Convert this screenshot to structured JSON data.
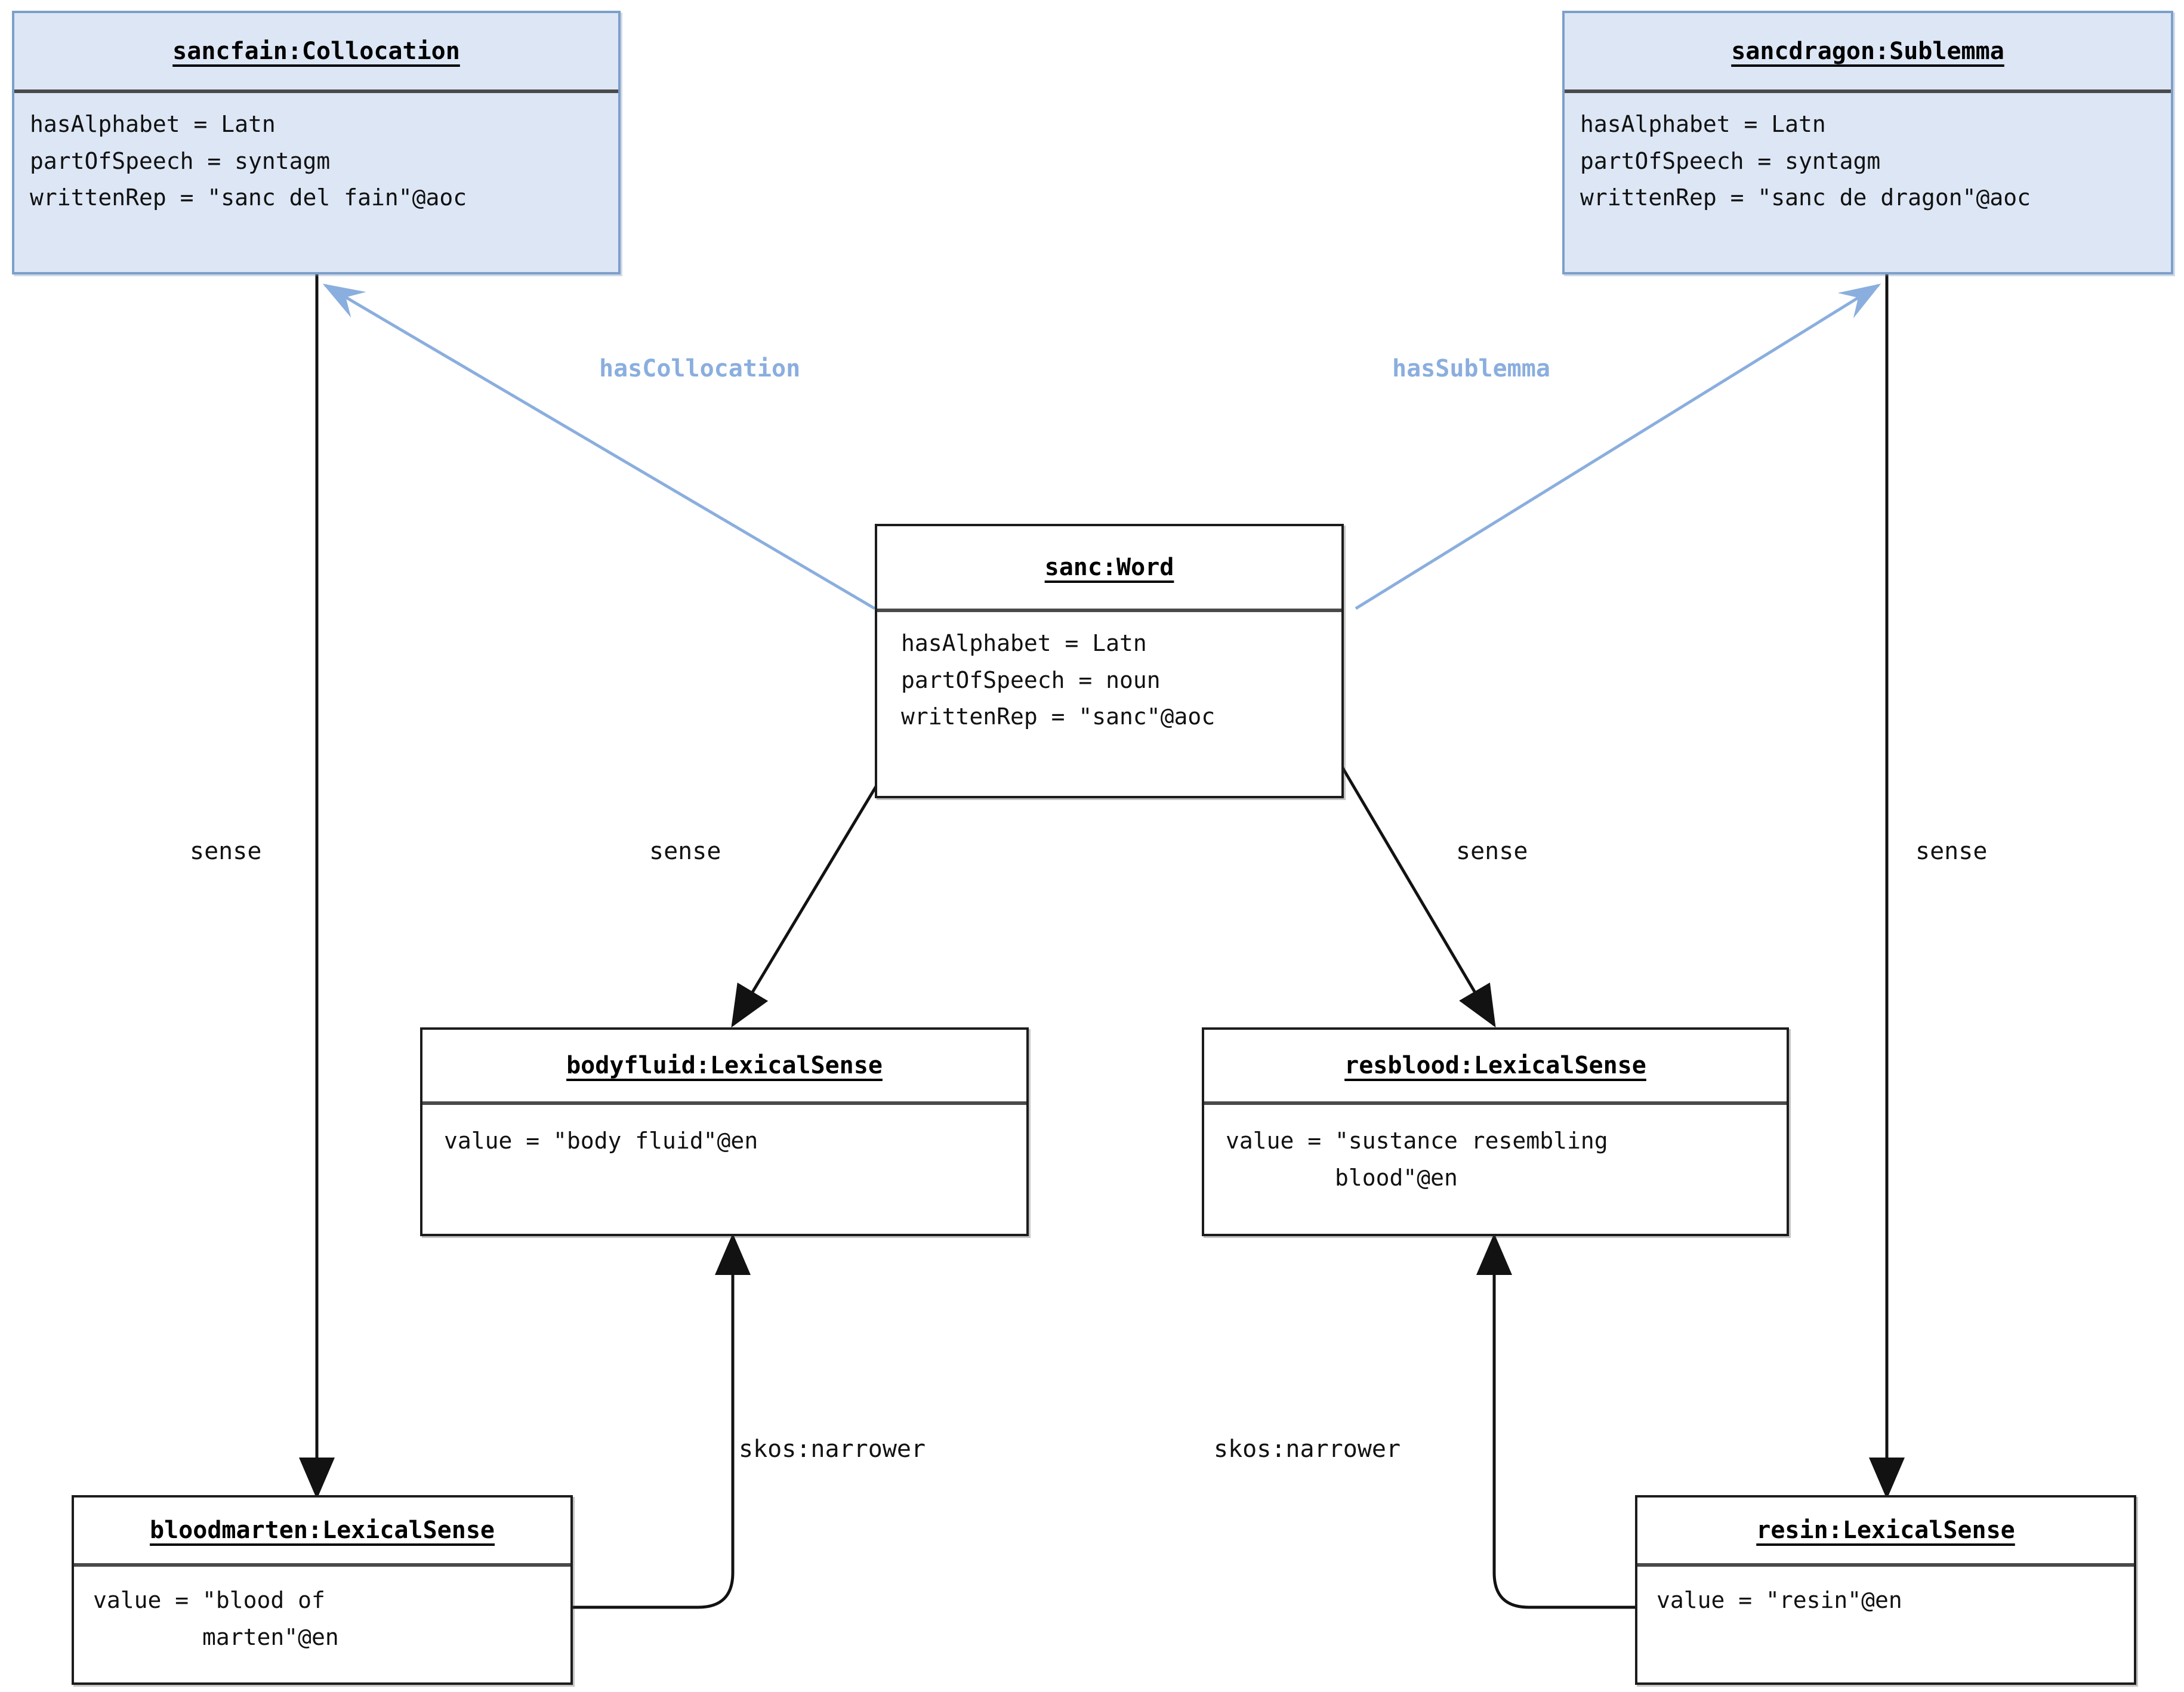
{
  "diagram": {
    "type": "uml-object-diagram",
    "title": "",
    "colors": {
      "highlight_fill": "#dce6f5",
      "highlight_border": "#7d9fc9",
      "plain_fill": "#ffffff",
      "plain_border": "#1c1c1c",
      "association_blue": "#8aaede",
      "association_black": "#121212",
      "background": "#ffffff"
    }
  },
  "nodes": [
    {
      "id": "sancfain",
      "title": "sancfain:Collocation",
      "style": "blue",
      "attributes": [
        "hasAlphabet = Latn",
        "partOfSpeech = syntagm",
        "writtenRep = \"sanc del fain\"@aoc"
      ]
    },
    {
      "id": "sancdragon",
      "title": "sancdragon:Sublemma",
      "style": "blue",
      "attributes": [
        "hasAlphabet = Latn",
        "partOfSpeech = syntagm",
        "writtenRep = \"sanc de dragon\"@aoc"
      ]
    },
    {
      "id": "sanc",
      "title": "sanc:Word",
      "style": "white",
      "attributes": [
        "hasAlphabet = Latn",
        "partOfSpeech = noun",
        "writtenRep = \"sanc\"@aoc"
      ]
    },
    {
      "id": "bodyfluid",
      "title": "bodyfluid:LexicalSense",
      "style": "white",
      "attributes": [
        "value = \"body fluid\"@en"
      ]
    },
    {
      "id": "resblood",
      "title": "resblood:LexicalSense",
      "style": "white",
      "attributes": [
        "value = \"sustance resembling",
        "        blood\"@en"
      ]
    },
    {
      "id": "bloodmarten",
      "title": "bloodmarten:LexicalSense",
      "style": "white",
      "attributes": [
        "value = \"blood of",
        "        marten\"@en"
      ]
    },
    {
      "id": "resin",
      "title": "resin:LexicalSense",
      "style": "white",
      "attributes": [
        "value = \"resin\"@en"
      ]
    }
  ],
  "edges": [
    {
      "id": "e-hascollocation",
      "label": "hasCollocation",
      "from": "sanc",
      "to": "sancfain",
      "color": "blue"
    },
    {
      "id": "e-hassublemma",
      "label": "hasSublemma",
      "from": "sanc",
      "to": "sancdragon",
      "color": "blue"
    },
    {
      "id": "e-sense-1",
      "label": "sense",
      "from": "sancfain",
      "to": "bloodmarten",
      "color": "black"
    },
    {
      "id": "e-sense-2",
      "label": "sense",
      "from": "sanc",
      "to": "bodyfluid",
      "color": "black"
    },
    {
      "id": "e-sense-3",
      "label": "sense",
      "from": "sanc",
      "to": "resblood",
      "color": "black"
    },
    {
      "id": "e-sense-4",
      "label": "sense",
      "from": "sancdragon",
      "to": "resin",
      "color": "black"
    },
    {
      "id": "e-narrower-1",
      "label": "skos:narrower",
      "from": "bloodmarten",
      "to": "bodyfluid",
      "color": "black"
    },
    {
      "id": "e-narrower-2",
      "label": "skos:narrower",
      "from": "resin",
      "to": "resblood",
      "color": "black"
    }
  ]
}
